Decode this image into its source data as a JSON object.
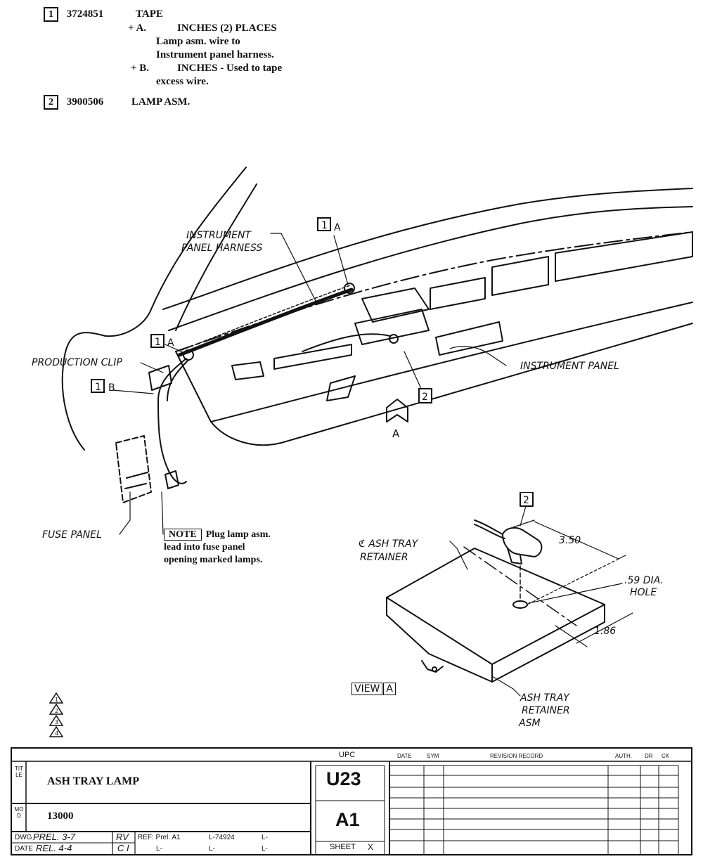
{
  "parts_list": {
    "item1": {
      "number": "1",
      "part_no": "3724851",
      "name": "TAPE",
      "notes": [
        {
          "mark": "+ A.",
          "text": "INCHES (2) PLACES"
        },
        {
          "mark": "",
          "text": "Lamp asm. wire to"
        },
        {
          "mark": "",
          "text": "Instrument panel harness."
        },
        {
          "mark": "+ B.",
          "text": "INCHES - Used to tape"
        },
        {
          "mark": "",
          "text": "excess wire."
        }
      ]
    },
    "item2": {
      "number": "2",
      "part_no": "3900506",
      "name": "LAMP ASM."
    }
  },
  "callouts": {
    "instrument_panel_harness_1": "INSTRUMENT",
    "instrument_panel_harness_2": "PANEL HARNESS",
    "production_clip": "PRODUCTION CLIP",
    "instrument_panel": "INSTRUMENT PANEL",
    "fuse_panel": "FUSE PANEL",
    "tag_1a_top": "1",
    "tag_1a_top_letter": "A",
    "tag_1a_left": "1",
    "tag_1a_left_letter": "A",
    "tag_1b": "1",
    "tag_1b_letter": "B",
    "tag_2_main": "2",
    "view_arrow_letter": "A",
    "note_label": "NOTE",
    "note_1": "Plug lamp asm.",
    "note_2": "lead into fuse panel",
    "note_3": "opening marked lamps."
  },
  "view_a": {
    "tag_2": "2",
    "ash_tray_retainer_1": "ℭ ASH TRAY",
    "ash_tray_retainer_2": "RETAINER",
    "dim_350": "3.50",
    "hole_1": ".59 DIA.",
    "hole_2": "HOLE",
    "dim_186": "1.86",
    "view_label": "VIEW",
    "view_letter": "A",
    "retainer_asm_1": "ASH TRAY",
    "retainer_asm_2": "RETAINER",
    "retainer_asm_3": "ASM"
  },
  "rev_marks": [
    "1",
    "2",
    "3",
    "4"
  ],
  "title_block": {
    "title_side": "TITLE",
    "title": "ASH TRAY LAMP",
    "mod_side": "MOD",
    "mod": "13000",
    "dwg_label": "DWG",
    "dwg_value": "PREL. 3-7",
    "date_label": "DATE",
    "date_value": "REL. 4-4",
    "rv": "RV",
    "ci": "C I",
    "ref": "REF: Prel. A1",
    "ref_l1": "L-74924",
    "ref_l2": "L-",
    "ref_l3": "L-",
    "ref_l4": "L-",
    "ref_l5": "L-",
    "upc_label": "UPC",
    "upc_value": "U23",
    "code_value": "A1",
    "sheet": "SHEET",
    "sheet_mark": "X",
    "col_date": "DATE",
    "col_sym": "SYM",
    "col_revision": "REVISION RECORD",
    "col_auth": "AUTH.",
    "col_dr": "DR",
    "col_ck": "CK"
  }
}
